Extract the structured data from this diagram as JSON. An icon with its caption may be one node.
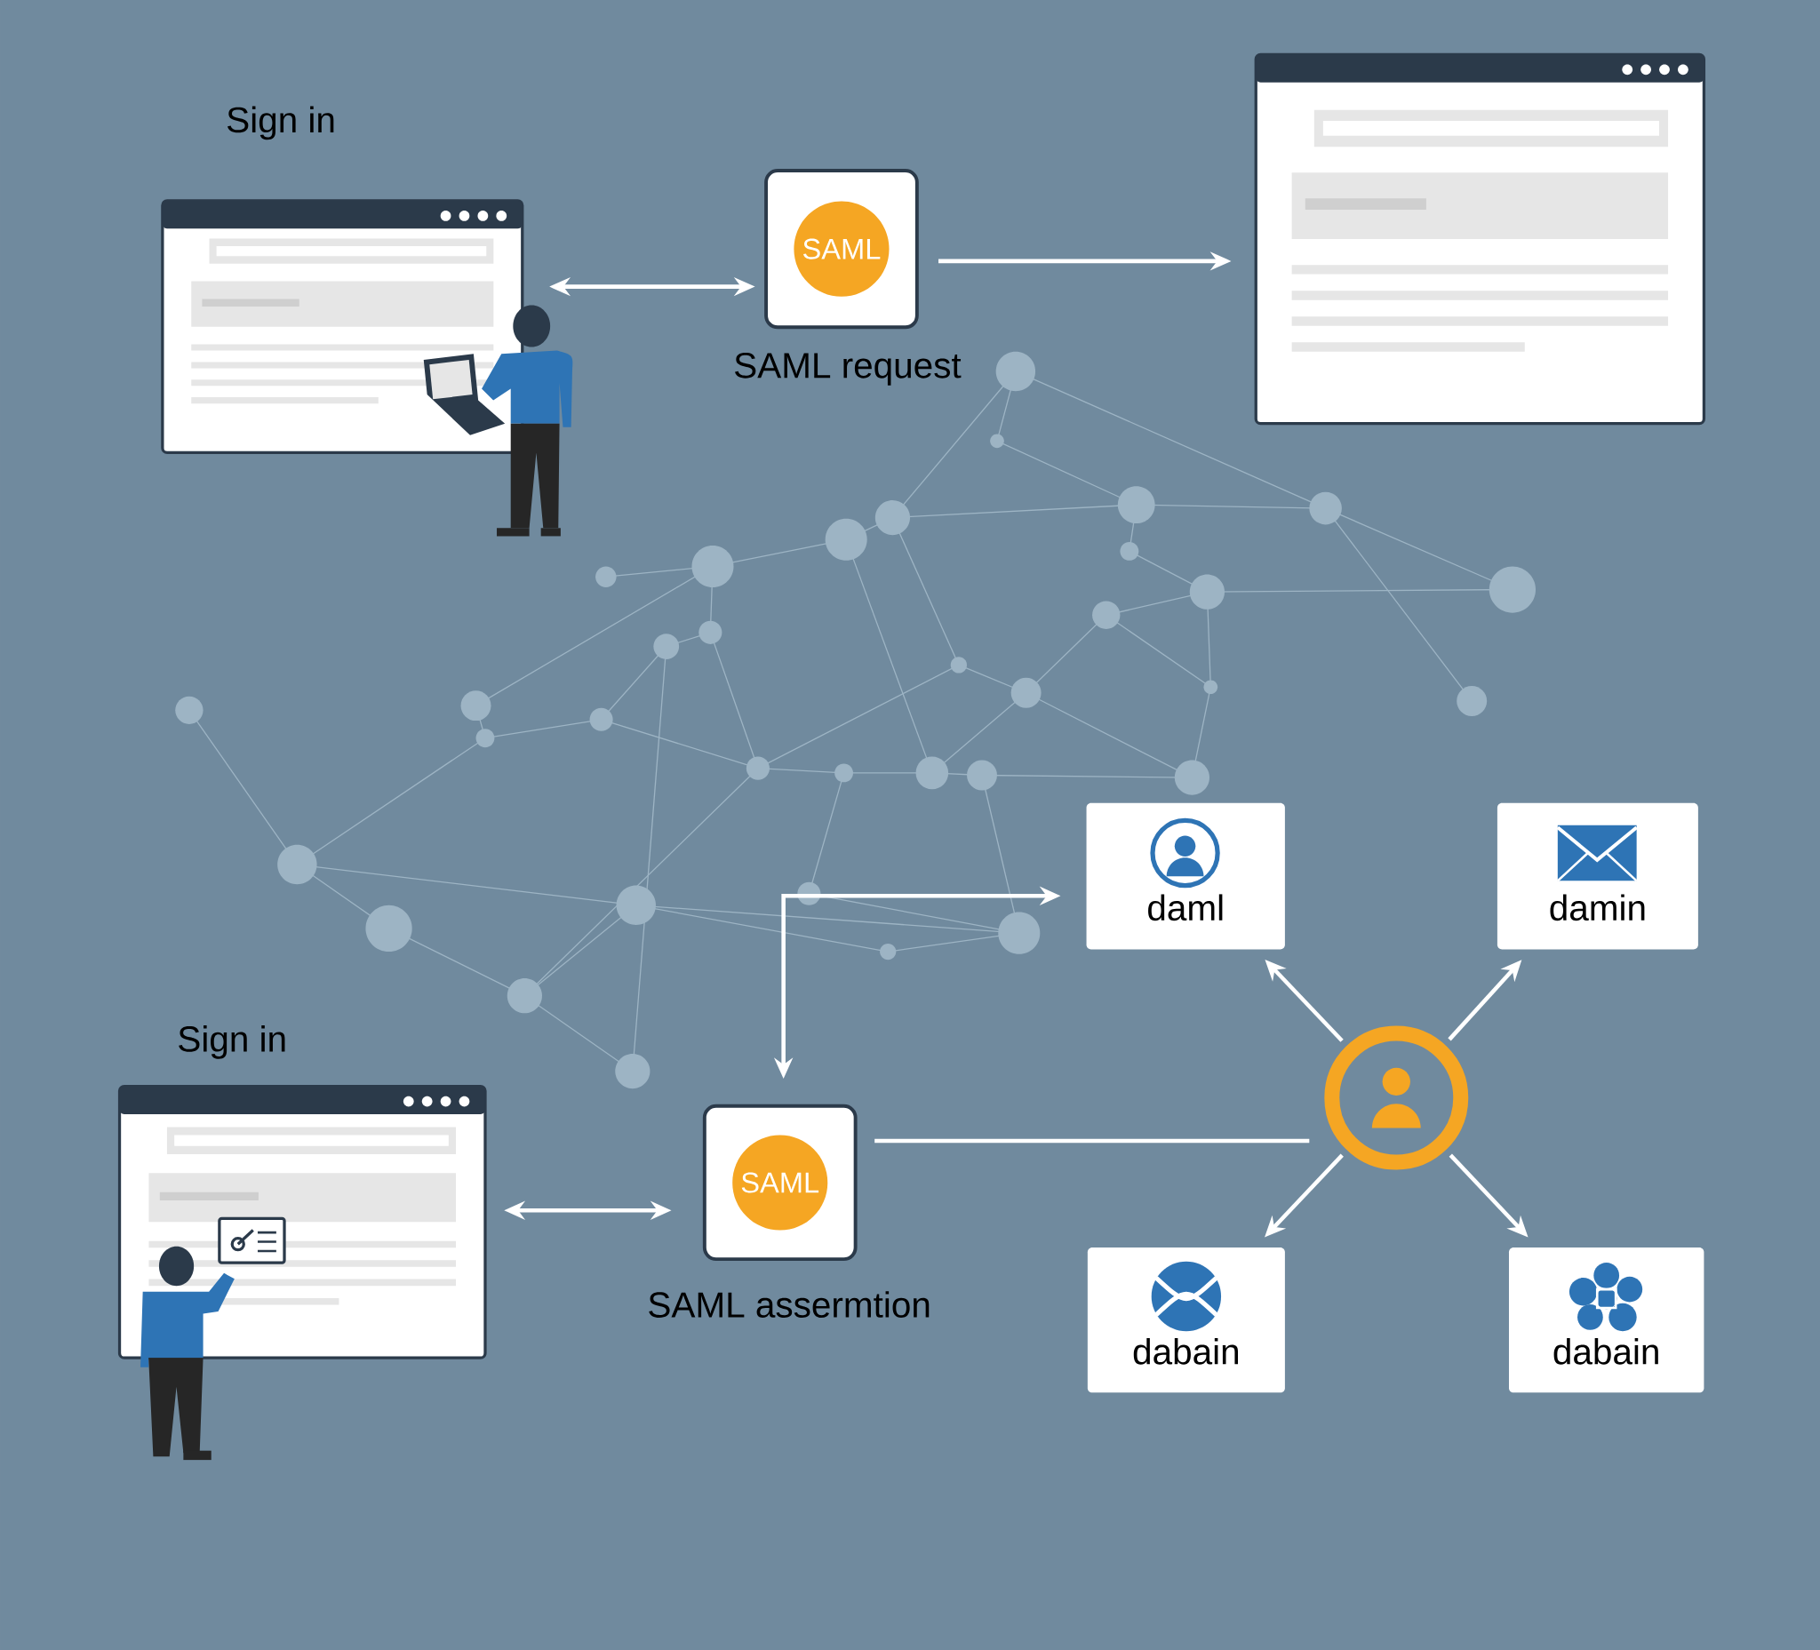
{
  "diagram": {
    "nodes": [
      {
        "text": [
          "Sign in"
        ]
      },
      {
        "text": [
          "SAML"
        ],
        "beside": [
          "SAML request"
        ]
      },
      {
        "text": [],
        "shape": "box"
      },
      {
        "text": [
          "Sign in"
        ]
      },
      {
        "text": [
          "SAML"
        ],
        "beside": [
          "SAML assermtion"
        ]
      },
      {
        "text": [
          "daml"
        ]
      },
      {
        "text": [
          "damin"
        ]
      },
      {
        "text": [],
        "shape": "circle"
      },
      {
        "text": [
          "dabain"
        ]
      },
      {
        "text": [
          "dabain"
        ]
      }
    ],
    "edges": [
      {
        "from": 0,
        "to": 1,
        "arrow": "both"
      },
      {
        "from": 1,
        "to": 2,
        "arrow": "to"
      },
      {
        "from": 3,
        "to": 4,
        "arrow": "both"
      },
      {
        "from": 4,
        "to": 7,
        "arrow": "none"
      },
      {
        "from": 4,
        "to": 5,
        "arrow": "both"
      },
      {
        "from": 7,
        "to": 5,
        "arrow": "to"
      },
      {
        "from": 7,
        "to": 6,
        "arrow": "to"
      },
      {
        "from": 7,
        "to": 8,
        "arrow": "to"
      },
      {
        "from": 7,
        "to": 9,
        "arrow": "to"
      }
    ]
  }
}
